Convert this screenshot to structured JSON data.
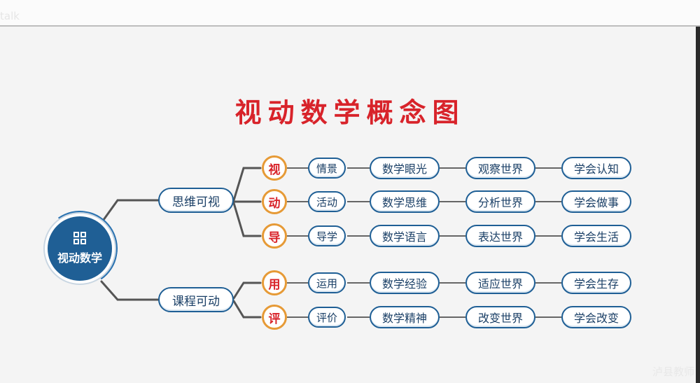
{
  "topbar": {
    "label": "talk"
  },
  "title": "视动数学概念图",
  "root": {
    "label": "视动数学",
    "icon": "grid-icon"
  },
  "branches": [
    {
      "label": "思维可视"
    },
    {
      "label": "课程可动"
    }
  ],
  "rows": [
    {
      "char": "视",
      "items": [
        "情景",
        "数学眼光",
        "观察世界",
        "学会认知"
      ]
    },
    {
      "char": "动",
      "items": [
        "活动",
        "数学思维",
        "分析世界",
        "学会做事"
      ]
    },
    {
      "char": "导",
      "items": [
        "导学",
        "数学语言",
        "表达世界",
        "学会生活"
      ]
    },
    {
      "char": "用",
      "items": [
        "运用",
        "数学经验",
        "适应世界",
        "学会生存"
      ]
    },
    {
      "char": "评",
      "items": [
        "评价",
        "数学精神",
        "改变世界",
        "学会改变"
      ]
    }
  ],
  "watermark": "泸县教师",
  "colors": {
    "title": "#d8232a",
    "node_border": "#1f5f95",
    "circle_border": "#e69a36",
    "connector": "#555555"
  }
}
